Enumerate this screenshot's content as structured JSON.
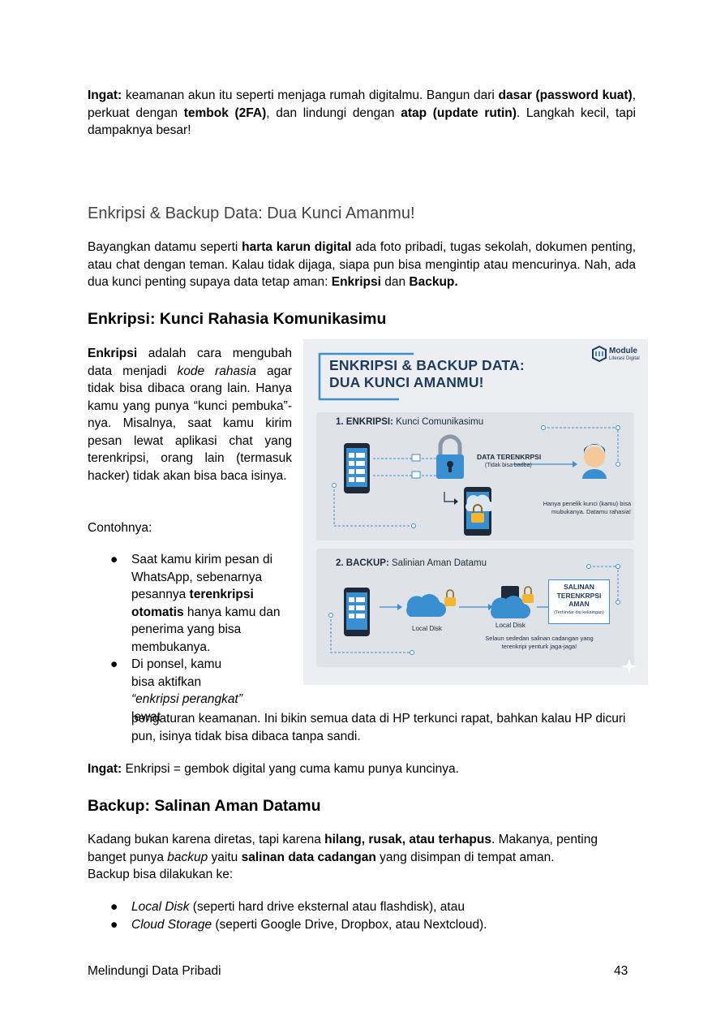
{
  "intro": {
    "ingat_label": "Ingat:",
    "t1": " keamanan akun itu seperti menjaga rumah digitalmu. Bangun dari ",
    "b1": "dasar (password kuat)",
    "t2": ", perkuat dengan ",
    "b2": "tembok (2FA)",
    "t3": ", dan lindungi dengan ",
    "b3": "atap (update rutin)",
    "t4": ". Langkah kecil, tapi dampaknya besar!"
  },
  "section": {
    "title": "Enkripsi & Backup Data: Dua Kunci Amanmu!",
    "p1": "Bayangkan datamu seperti ",
    "p1_b1": "harta karun digital",
    "p1_2": "  ada foto pribadi, tugas sekolah, dokumen penting, atau chat dengan teman. Kalau tidak dijaga, siapa pun bisa mengintip atau mencurinya. Nah, ada dua kunci penting supaya data tetap aman: ",
    "p1_b2": "Enkripsi",
    "p1_3": " dan ",
    "p1_b3": "Backup."
  },
  "enkripsi": {
    "heading": "Enkripsi: Kunci Rahasia Komunikasimu",
    "p_b": "Enkripsi",
    "p_1": " adalah cara mengubah data menjadi ",
    "p_i": "kode rahasia",
    "p_2": " agar tidak bisa dibaca orang lain. Hanya kamu yang punya “kunci pembuka”-nya. Misalnya, saat kamu kirim pesan lewat aplikasi chat yang terenkripsi, orang lain (termasuk hacker) tidak akan bisa baca isinya.",
    "contoh": "Contohnya:",
    "bullet": "●",
    "li1_1": "Saat kamu kirim pesan di WhatsApp, sebenarnya pesannya ",
    "li1_b": "terenkripsi otomatis",
    "li1_2": "  hanya kamu dan penerima yang bisa membukanya.",
    "li2_1": "Di ponsel, kamu bisa aktifkan ",
    "li2_i": "“enkripsi perangkat”",
    "li2_2": " lewat",
    "li2_3": "pengaturan keamanan. Ini bikin semua data di HP terkunci rapat, bahkan kalau HP dicuri pun, isinya tidak bisa dibaca tanpa sandi.",
    "ingat_label": "Ingat:",
    "ingat_text": " Enkripsi = gembok digital yang cuma kamu punya kuncinya."
  },
  "backup": {
    "heading": "Backup: Salinan Aman Datamu",
    "p_1": "Kadang bukan karena diretas, tapi karena ",
    "p_b1": "hilang, rusak, atau terhapus",
    "p_2": ". Makanya, penting banget punya ",
    "p_i": "backup",
    "p_3": "  yaitu ",
    "p_b2": "salinan data cadangan",
    "p_4": " yang disimpan di tempat aman.",
    "p_5": " Backup bisa dilakukan ke:",
    "li1_i": "Local Disk",
    "li1_t": " (seperti hard drive eksternal atau flashdisk), atau",
    "li2_i": "Cloud Storage",
    "li2_t": " (seperti Google Drive, Dropbox, atau Nextcloud)."
  },
  "footer": {
    "left": "Melindungi Data Pribadi",
    "page": "43"
  },
  "infographic": {
    "logo_name": "Module",
    "logo_sub": "Literasi Digital",
    "title_line1": "ENKRIPSI & BACKUP DATA:",
    "title_line2": "DUA KUNCI AMANMU!",
    "panel1_num": "1. ENKRIPSI:",
    "panel1_rest": " Kunci Comunikasimu",
    "data_label": "DATA TERENKRPSI",
    "data_sub": "(Tidak bisa badba)",
    "caption1_l1": "Hanya penelik kunci (kamu) bisa",
    "caption1_l2": "mubukanya. Datamu rahasia!",
    "panel2_num": "2. BACKUP:",
    "panel2_rest": " Salinian Aman Datamu",
    "local_disk_1": "Local Disk",
    "local_disk_2": "Local Disk",
    "box_l1": "SALINAN",
    "box_l2": "TERENKRPSI",
    "box_l3": "AMAN",
    "box_sub": "(Terhindar dai keliaingan)",
    "caption2_l1": "Selaun sededan salinan cadangan yang",
    "caption2_l2": "terenkripi yenturk jaga-jaga!",
    "colors": {
      "accent": "#3a8fd0",
      "navy": "#1e3a5f",
      "lock": "#f2b632",
      "panel": "#dfe3e8"
    }
  }
}
